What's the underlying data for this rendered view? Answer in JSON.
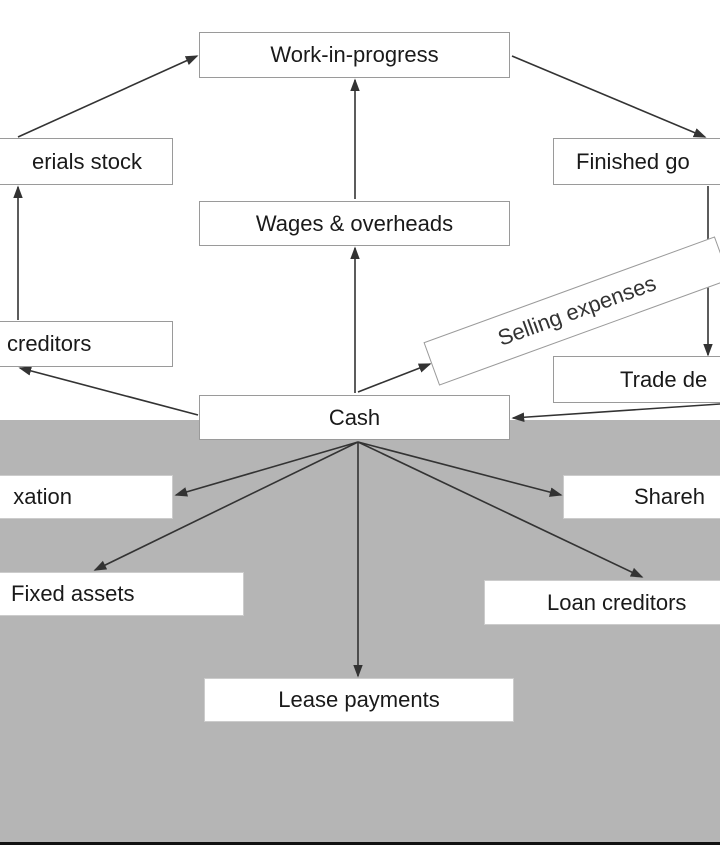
{
  "diagram": {
    "nodes": {
      "work_in_progress": "Work-in-progress",
      "raw_materials_stock": "erials stock",
      "wages_overheads": "Wages & overheads",
      "finished_goods": "Finished go",
      "trade_creditors": "creditors",
      "selling_expenses": "Selling expenses",
      "trade_debtors": "Trade de",
      "cash": "Cash",
      "taxation": "xation",
      "shareholders": "Shareh",
      "fixed_assets": "Fixed assets",
      "loan_creditors": "Loan creditors",
      "lease_payments": "Lease payments"
    },
    "colors": {
      "background_lower": "#b5b5b5",
      "box": "#ffffff",
      "arrow": "#333333"
    }
  }
}
